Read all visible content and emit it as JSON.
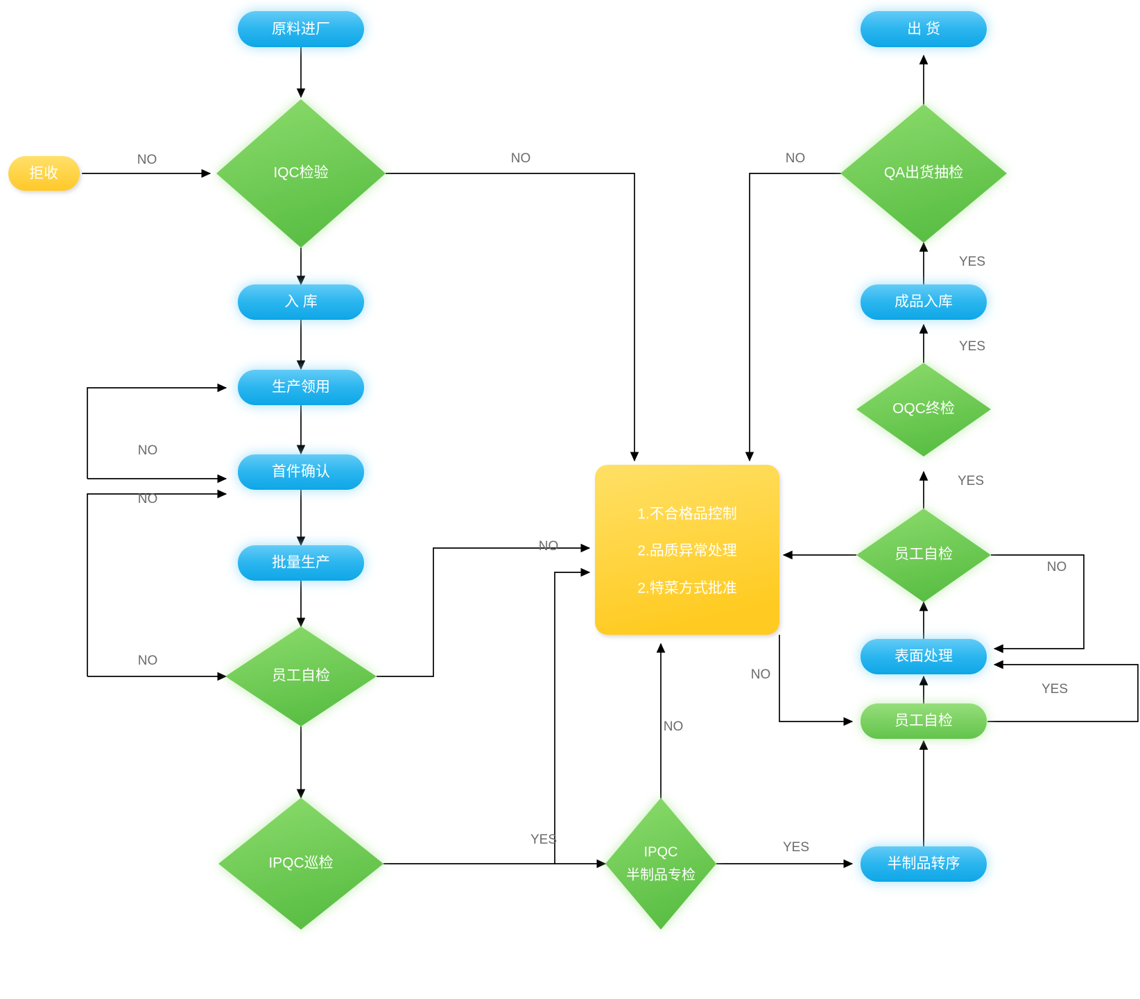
{
  "theme": {
    "background": "#ffffff",
    "blue_light": "#5ec8f5",
    "blue_dark": "#16a6e8",
    "green_light": "#8ada6d",
    "green_dark": "#5ec24a",
    "yellow_light": "#ffe066",
    "yellow_dark": "#ffcf2e",
    "connector": "#000000",
    "edge_label_color": "#6b6b6b",
    "node_text_color": "#ffffff"
  },
  "nodes": {
    "raw_material_in": {
      "label": "原料进厂",
      "shape": "rounded-rect",
      "color": "blue"
    },
    "iqc_inspection": {
      "label": "IQC检验",
      "shape": "diamond",
      "color": "green"
    },
    "reject": {
      "label": "拒收",
      "shape": "rounded-rect",
      "color": "yellow"
    },
    "warehouse_in": {
      "label": "入 库",
      "shape": "rounded-rect",
      "color": "blue"
    },
    "production_pick": {
      "label": "生产领用",
      "shape": "rounded-rect",
      "color": "blue"
    },
    "first_article": {
      "label": "首件确认",
      "shape": "rounded-rect",
      "color": "blue"
    },
    "mass_production": {
      "label": "批量生产",
      "shape": "rounded-rect",
      "color": "blue"
    },
    "self_check_left": {
      "label": "员工自检",
      "shape": "diamond",
      "color": "green"
    },
    "ipqc_patrol": {
      "label": "IPQC巡检",
      "shape": "diamond",
      "color": "green"
    },
    "ipqc_semi": {
      "label_line1": "IPQC",
      "label_line2": "半制品专检",
      "shape": "diamond",
      "color": "green"
    },
    "nonconforming_control": {
      "lines": [
        "1.不合格品控制",
        "2.品质异常处理",
        "2.特菜方式批准"
      ],
      "shape": "rounded-rect",
      "color": "yellow"
    },
    "semi_transfer": {
      "label": "半制品转序",
      "shape": "rounded-rect",
      "color": "blue"
    },
    "self_check_bottom_right": {
      "label": "员工自检",
      "shape": "rounded-rect",
      "color": "green"
    },
    "surface_treatment": {
      "label": "表面处理",
      "shape": "rounded-rect",
      "color": "blue"
    },
    "self_check_right": {
      "label": "员工自检",
      "shape": "diamond",
      "color": "green"
    },
    "oqc_final": {
      "label": "OQC终检",
      "shape": "diamond",
      "color": "green"
    },
    "finished_goods_in": {
      "label": "成品入库",
      "shape": "rounded-rect",
      "color": "blue"
    },
    "qa_shipment_sampling": {
      "label": "QA出货抽检",
      "shape": "diamond",
      "color": "green"
    },
    "shipment": {
      "label": "出 货",
      "shape": "rounded-rect",
      "color": "blue"
    }
  },
  "edge_labels": {
    "iqc_no_to_reject": "NO",
    "iqc_no_to_nonconforming": "NO",
    "loop_no_to_production_pick": "NO",
    "loop_no_to_first_article": "NO",
    "loop_no_to_self_check_left": "NO",
    "self_check_left_no": "NO",
    "ipqc_patrol_yes": "YES",
    "ipqc_semi_no": "NO",
    "ipqc_semi_yes": "YES",
    "nonconforming_no_to_self_check_br": "NO",
    "self_check_br_yes": "YES",
    "self_check_right_no": "NO",
    "self_check_right_yes": "YES",
    "oqc_yes": "YES",
    "finished_goods_yes": "YES",
    "qa_no": "NO"
  }
}
